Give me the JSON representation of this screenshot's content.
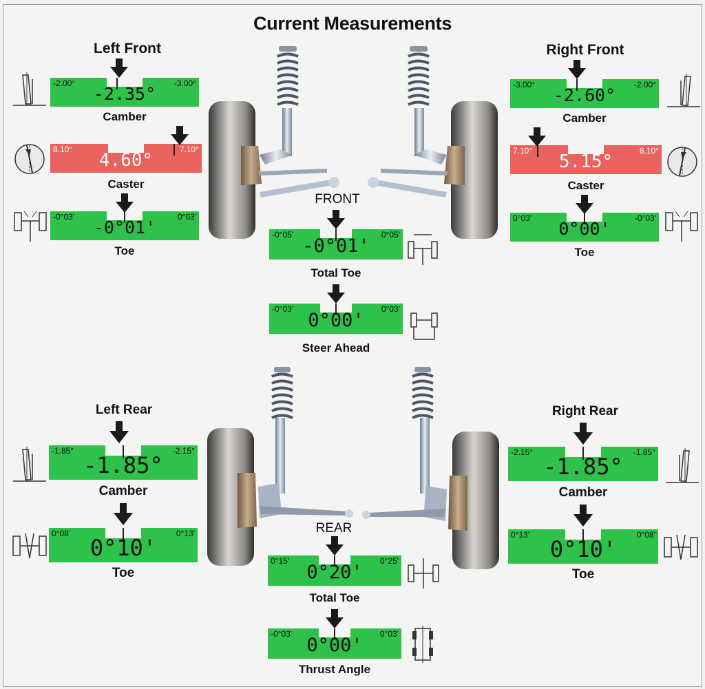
{
  "title": "Current Measurements",
  "colors": {
    "ok": "#2fc24a",
    "out_of_spec": "#e8635d",
    "pointer": "#1a1a1a"
  },
  "left_front": {
    "heading": "Left Front",
    "camber": {
      "label": "Camber",
      "min": "-2.00°",
      "max": "-3.00°",
      "value": "-2.35°",
      "status": "ok"
    },
    "caster": {
      "label": "Caster",
      "min": "8.10°",
      "max": "7.10°",
      "value": "4.60°",
      "status": "out_of_spec"
    },
    "toe": {
      "label": "Toe",
      "min": "-0°03'",
      "max": "0°03'",
      "value": "-0°01'",
      "status": "ok"
    }
  },
  "right_front": {
    "heading": "Right Front",
    "camber": {
      "label": "Camber",
      "min": "-3.00°",
      "max": "-2.00°",
      "value": "-2.60°",
      "status": "ok"
    },
    "caster": {
      "label": "Caster",
      "min": "7.10°",
      "max": "8.10°",
      "value": "5.15°",
      "status": "out_of_spec"
    },
    "toe": {
      "label": "Toe",
      "min": "0°03'",
      "max": "-0°03'",
      "value": "0°00'",
      "status": "ok"
    }
  },
  "front": {
    "heading": "FRONT",
    "total_toe": {
      "label": "Total Toe",
      "min": "-0°05'",
      "max": "0°05'",
      "value": "-0°01'",
      "status": "ok"
    },
    "steer_ahead": {
      "label": "Steer Ahead",
      "min": "-0°03'",
      "max": "0°03'",
      "value": "0°00'",
      "status": "ok"
    }
  },
  "left_rear": {
    "heading": "Left Rear",
    "camber": {
      "label": "Camber",
      "min": "-1.85°",
      "max": "-2.15°",
      "value": "-1.85°",
      "status": "ok"
    },
    "toe": {
      "label": "Toe",
      "min": "0°08'",
      "max": "0°13'",
      "value": "0°10'",
      "status": "ok"
    }
  },
  "right_rear": {
    "heading": "Right Rear",
    "camber": {
      "label": "Camber",
      "min": "-2.15°",
      "max": "-1.85°",
      "value": "-1.85°",
      "status": "ok"
    },
    "toe": {
      "label": "Toe",
      "min": "0°13'",
      "max": "0°08'",
      "value": "0°10'",
      "status": "ok"
    }
  },
  "rear": {
    "heading": "REAR",
    "total_toe": {
      "label": "Total Toe",
      "min": "0°15'",
      "max": "0°25'",
      "value": "0°20'",
      "status": "ok"
    },
    "thrust_angle": {
      "label": "Thrust Angle",
      "min": "-0°03'",
      "max": "0°03'",
      "value": "0°00'",
      "status": "ok"
    }
  }
}
